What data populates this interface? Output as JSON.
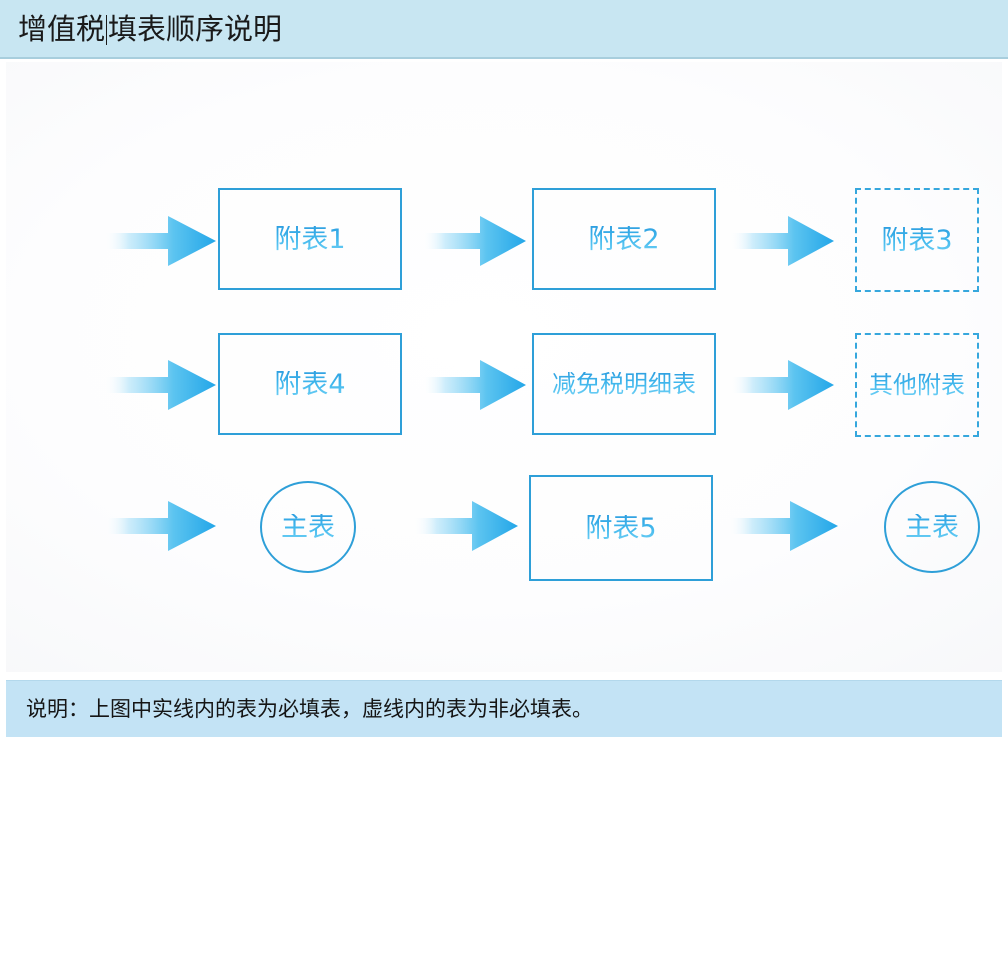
{
  "header": {
    "title_before_caret": "增值税",
    "title_after_caret": "填表顺序说明",
    "full_title": "增值税|填表顺序说明"
  },
  "diagram": {
    "type": "flowchart",
    "accent_color": "#2e9fd8",
    "arrow_color": "#35b4ee",
    "rows": [
      {
        "row_index": 1,
        "nodes": [
          {
            "label": "附表1",
            "shape": "rect",
            "border": "solid",
            "required": true
          },
          {
            "label": "附表2",
            "shape": "rect",
            "border": "solid",
            "required": true
          },
          {
            "label": "附表3",
            "shape": "rect",
            "border": "dashed",
            "required": false
          }
        ]
      },
      {
        "row_index": 2,
        "nodes": [
          {
            "label": "附表4",
            "shape": "rect",
            "border": "solid",
            "required": true
          },
          {
            "label": "减免税明细表",
            "shape": "rect",
            "border": "solid",
            "required": true
          },
          {
            "label": "其他附表",
            "shape": "rect",
            "border": "dashed",
            "required": false
          }
        ]
      },
      {
        "row_index": 3,
        "nodes": [
          {
            "label": "主表",
            "shape": "circle",
            "border": "solid",
            "required": true
          },
          {
            "label": "附表5",
            "shape": "rect",
            "border": "solid",
            "required": true
          },
          {
            "label": "主表",
            "shape": "circle",
            "border": "solid",
            "required": true
          }
        ]
      }
    ]
  },
  "footer": {
    "caption": "说明：上图中实线内的表为必填表，虚线内的表为非必填表。"
  }
}
